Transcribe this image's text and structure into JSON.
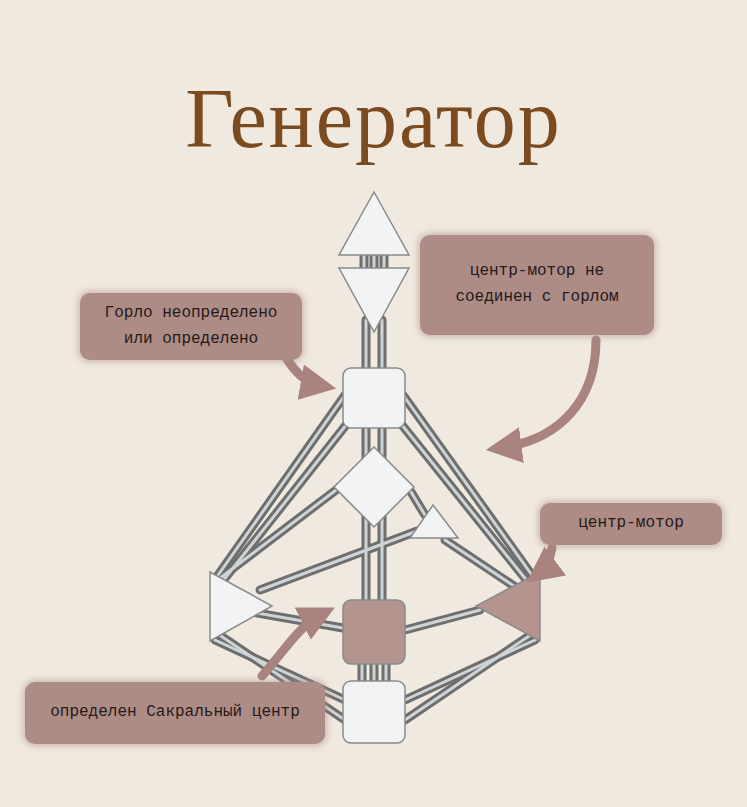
{
  "diagram": {
    "title": "Генератор",
    "nodes": [
      {
        "text": [
          "Горло неопределено или определено"
        ]
      },
      {
        "text": [
          "центр-мотор не соединен с горлом"
        ]
      },
      {
        "text": [
          "центр-мотор"
        ]
      },
      {
        "text": [
          "определен Сакральный центр"
        ]
      }
    ]
  }
}
